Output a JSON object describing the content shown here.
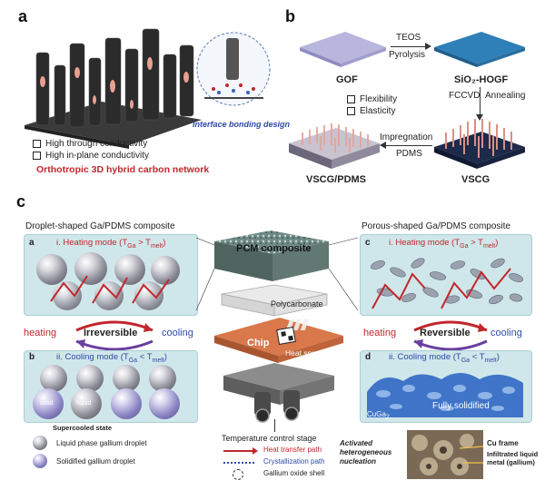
{
  "panel_a": {
    "letter": "a",
    "legend": [
      "High through conductivity",
      "High in-plane conductivity"
    ],
    "caption": "Orthotropic 3D hybrid carbon network",
    "inset_label": "Interface bonding design"
  },
  "panel_b": {
    "letter": "b",
    "gof": "GOF",
    "teos": "TEOS",
    "pyrolysis": "Pyrolysis",
    "hogf": "SiO₂-HOGF",
    "fccvd": "FCCVD",
    "annealing": "Annealing",
    "vscg": "VSCG",
    "impregnation": "Impregnation",
    "pdms": "PDMS",
    "vscg_pdms": "VSCG/PDMS",
    "props": [
      "Flexibility",
      "Elasticity"
    ]
  },
  "panel_c": {
    "letter": "c",
    "left_title": "Droplet-shaped Ga/PDMS composite",
    "right_title": "Porous-shaped Ga/PDMS composite",
    "sub_a": "a",
    "sub_b": "b",
    "sub_c": "c",
    "sub_d": "d",
    "heating_mode": "i. Heating mode (T",
    "heating_mode_tail": " > T",
    "cooling_mode": "ii. Cooling mode (T",
    "cooling_mode_tail": " < T",
    "ga": "Ga",
    "melt": "melt",
    "close": ")",
    "heating": "heating",
    "cooling": "cooling",
    "irreversible": "Irreversible",
    "reversible": "Reversible",
    "solid": "solid",
    "liquid": "liquid",
    "supercooled": "Supercooled state",
    "pcm": "PCM composite",
    "polycarbonate": "Polycarbonate",
    "chip": "Chip",
    "heat_spreader": "Heat spreader",
    "stage": "Temperature control stage",
    "fully_solidified": "Fully solidified",
    "cuga": "CuGa",
    "cuga_sub": "2",
    "cu_frame": "Cu frame",
    "infiltrated": "Infiltrated liquid metal (gallium)",
    "activated": "Activated heterogeneous nucleation",
    "legend_liquid": "Liquid phase gallium droplet",
    "legend_solid": "Solidified gallium droplet",
    "legend_heat": "Heat transfer path",
    "legend_cryst": "Crystallization path",
    "legend_shell": "Gallium oxide shell"
  },
  "colors": {
    "red": "#c1272d",
    "blue": "#2e4aa8",
    "box_bg": "#cfe7ea",
    "copper": "#d9784a"
  }
}
